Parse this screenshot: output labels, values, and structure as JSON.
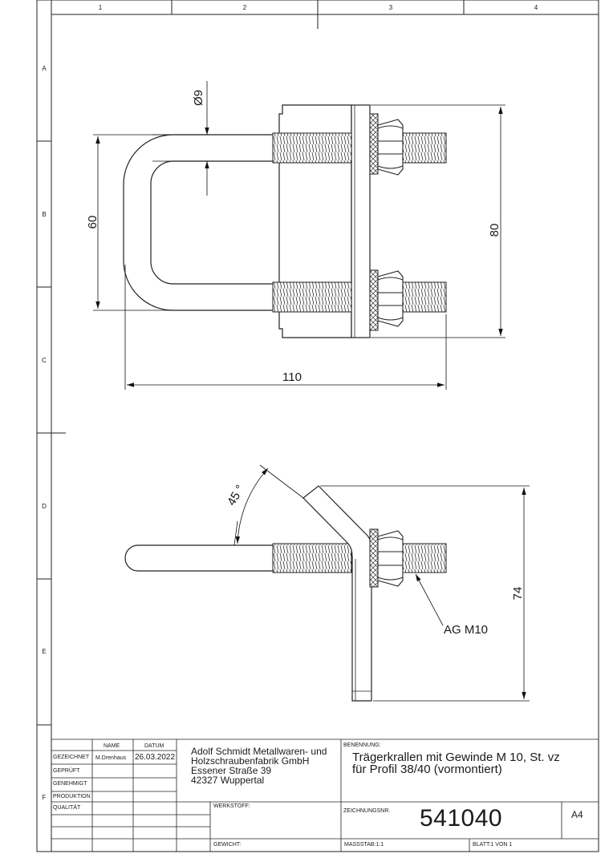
{
  "frame": {
    "columns": [
      "1",
      "2",
      "3",
      "4"
    ],
    "rows": [
      "A",
      "B",
      "C",
      "D",
      "E",
      "F"
    ]
  },
  "dimensions": {
    "diameter": "Ø9",
    "height_inner": "60",
    "height_outer": "80",
    "length": "110",
    "angle": "45 °",
    "height_bent": "74",
    "thread": "AG M10"
  },
  "title_block": {
    "col_name": "NAME",
    "col_date": "DATUM",
    "rows": [
      "GEZEICHNET",
      "GEPRÜFT",
      "GENEHMIGT",
      "PRODUKTION",
      "QUALITÄT"
    ],
    "drawn_by": "M.Drenhaus",
    "drawn_date": "26.03.2022",
    "company": [
      "Adolf Schmidt Metallwaren- und",
      "Holzschraubenfabrik GmbH",
      "Essener Straße 39",
      "42327 Wuppertal"
    ],
    "benennung_label": "BENENNUNG:",
    "title": [
      "Trägerkrallen mit Gewinde M 10, St. vz",
      "für Profil 38/40 (vormontiert)"
    ],
    "werkstoff_label": "WERKSTOFF:",
    "gewicht_label": "GEWICHT:",
    "zeichnungsnr_label": "ZEICHNUNGSNR.",
    "drawing_number": "541040",
    "format": "A4",
    "scale": "MASSSTAB:1:1",
    "sheet": "BLATT:1 VON 1"
  }
}
